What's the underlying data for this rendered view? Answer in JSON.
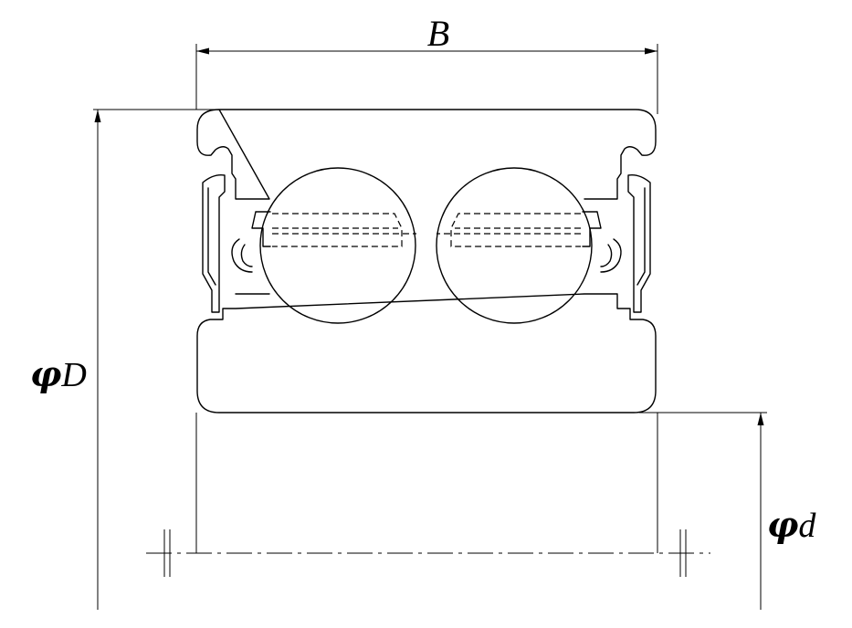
{
  "labels": {
    "width": "B",
    "outer_diameter_symbol": "φ",
    "outer_diameter_letter": "D",
    "inner_diameter_symbol": "φ",
    "inner_diameter_letter": "d"
  }
}
